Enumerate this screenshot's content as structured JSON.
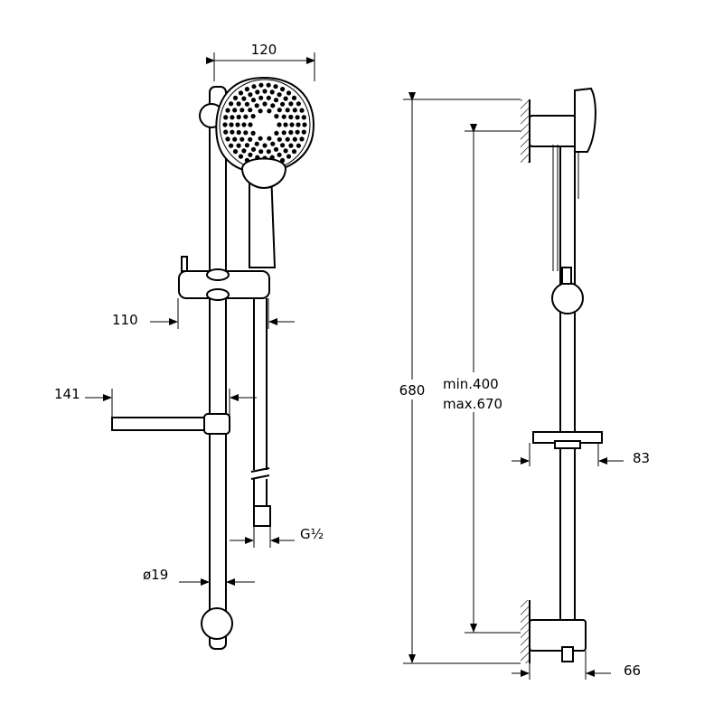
{
  "dimensions": {
    "head_diameter": "120",
    "slider_depth": "110",
    "soap_dish_depth": "141",
    "hose_connection": "G½",
    "rail_diameter": "ø19",
    "total_height": "680",
    "bracket_spacing_min": "min.400",
    "bracket_spacing_max": "max.670",
    "top_bracket_depth": "83",
    "bottom_bracket_depth": "66"
  }
}
